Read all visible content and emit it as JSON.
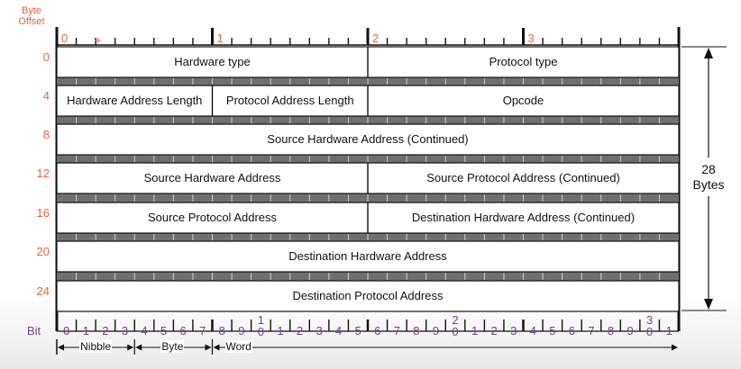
{
  "header": {
    "byte_offset_label": "Byte\nOffset",
    "byte_numbers": [
      "0",
      "1",
      "2",
      "3"
    ],
    "bit_label": "Bit",
    "plus_mark": "+"
  },
  "rows": [
    {
      "offset": "0",
      "cells": [
        {
          "text": "Hardware type",
          "span": 16
        },
        {
          "text": "Protocol type",
          "span": 16
        }
      ]
    },
    {
      "offset": "4",
      "cells": [
        {
          "text": "Hardware Address Length",
          "span": 8
        },
        {
          "text": "Protocol Address Length",
          "span": 8
        },
        {
          "text": "Opcode",
          "span": 16
        }
      ]
    },
    {
      "offset": "8",
      "cells": [
        {
          "text": "Source Hardware Address (Continued)",
          "span": 32
        }
      ]
    },
    {
      "offset": "12",
      "cells": [
        {
          "text": "Source Hardware Address",
          "span": 16
        },
        {
          "text": "Source Protocol Address (Continued)",
          "span": 16
        }
      ]
    },
    {
      "offset": "16",
      "cells": [
        {
          "text": "Source Protocol Address",
          "span": 16
        },
        {
          "text": "Destination Hardware Address (Continued)",
          "span": 16
        }
      ]
    },
    {
      "offset": "20",
      "cells": [
        {
          "text": "Destination Hardware Address",
          "span": 32
        }
      ]
    },
    {
      "offset": "24",
      "cells": [
        {
          "text": "Destination Protocol Address",
          "span": 32
        }
      ]
    }
  ],
  "size_label": {
    "value": "28",
    "unit": "Bytes"
  },
  "bit_numbers": [
    "0",
    "1",
    "2",
    "3",
    "4",
    "5",
    "6",
    "7",
    "8",
    "9",
    "1\n0",
    "1",
    "2",
    "3",
    "4",
    "5",
    "6",
    "7",
    "8",
    "9",
    "2\n0",
    "1",
    "2",
    "3",
    "4",
    "5",
    "6",
    "7",
    "8",
    "9",
    "3\n0",
    "1"
  ],
  "legend": {
    "nibble": "Nibble",
    "byte": "Byte",
    "word": "Word"
  },
  "colors": {
    "label_orange": "#e8663a",
    "bit_purple": "#7a3b8f",
    "line": "#111111",
    "band": "#6f6f6f"
  }
}
